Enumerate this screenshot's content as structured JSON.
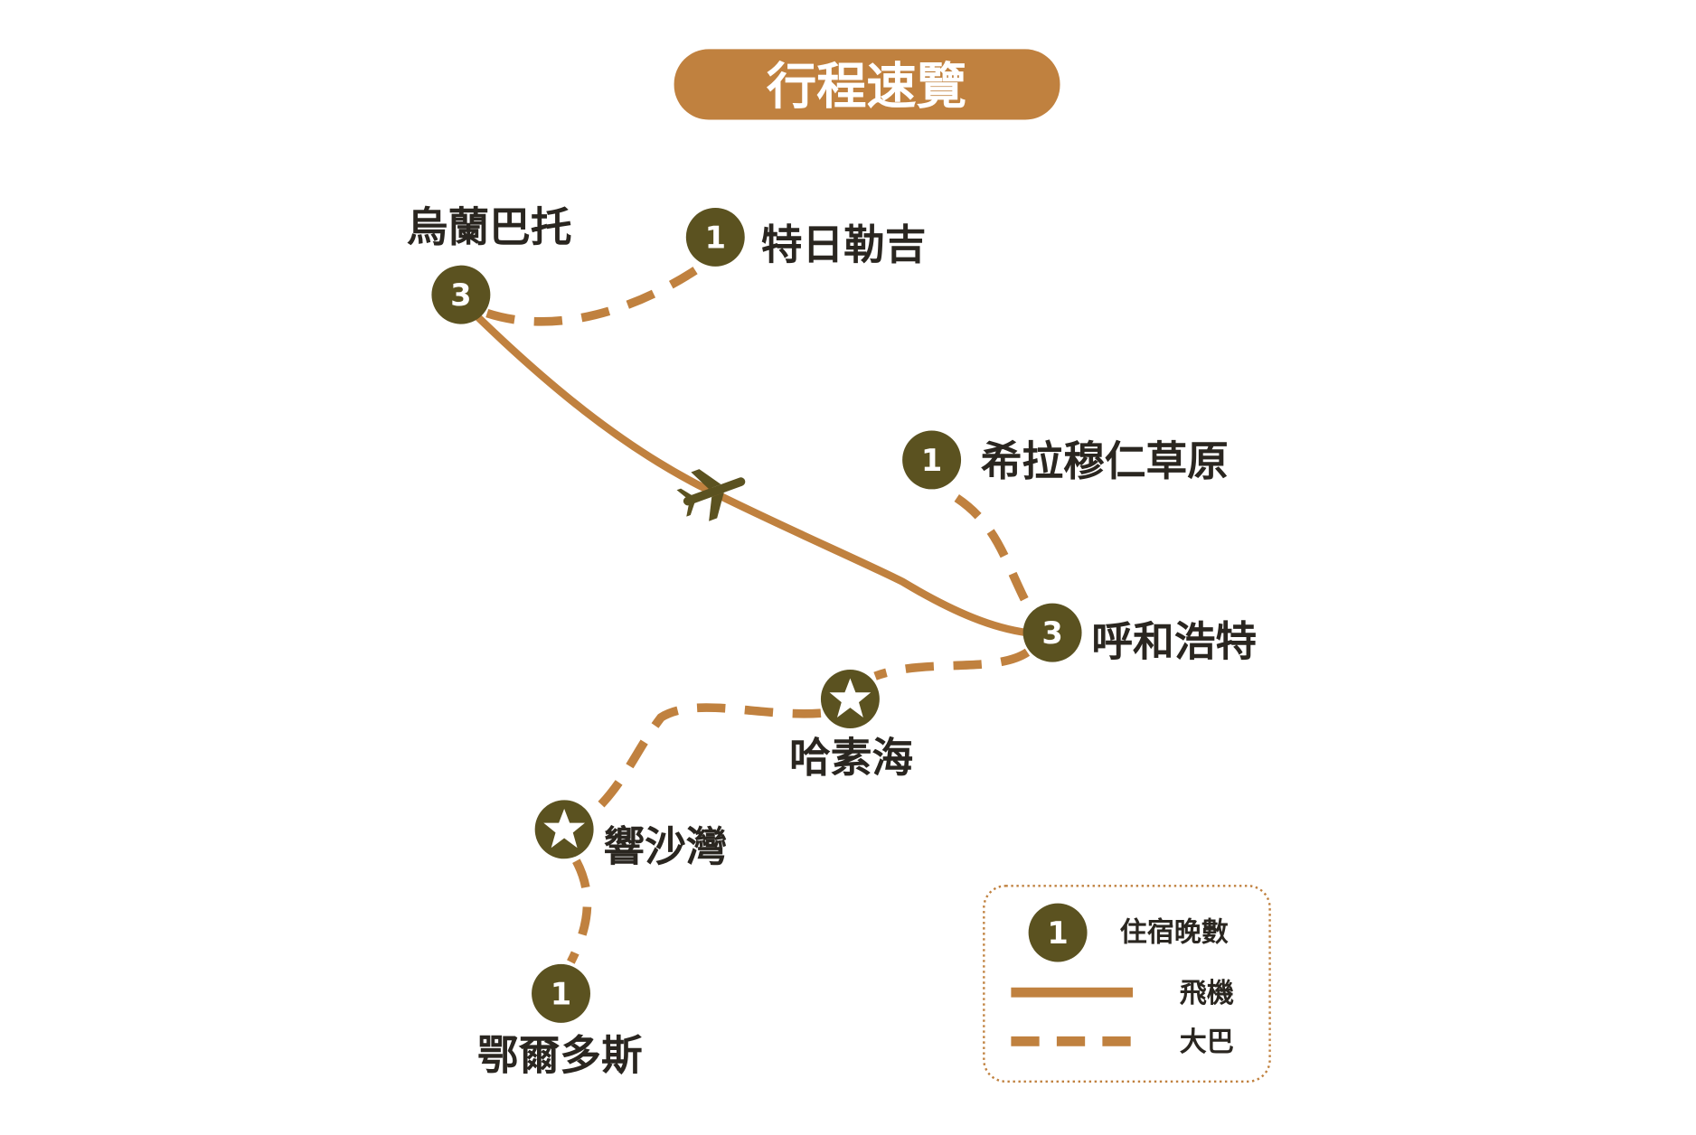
{
  "title": "行程速覽",
  "colors": {
    "accent": "#c0813f",
    "node": "#5b5220",
    "text": "#2a2620"
  },
  "stops": [
    {
      "name": "烏蘭巴托",
      "nights": "3"
    },
    {
      "name": "特日勒吉",
      "nights": "1"
    },
    {
      "name": "希拉穆仁草原",
      "nights": "1"
    },
    {
      "name": "呼和浩特",
      "nights": "3"
    },
    {
      "name": "哈素海",
      "icon": "star"
    },
    {
      "name": "響沙灣",
      "icon": "star"
    },
    {
      "name": "鄂爾多斯",
      "nights": "1"
    }
  ],
  "legend": {
    "nights_sample": "1",
    "nights_label": "住宿晚數",
    "flight_label": "飛機",
    "bus_label": "大巴"
  }
}
